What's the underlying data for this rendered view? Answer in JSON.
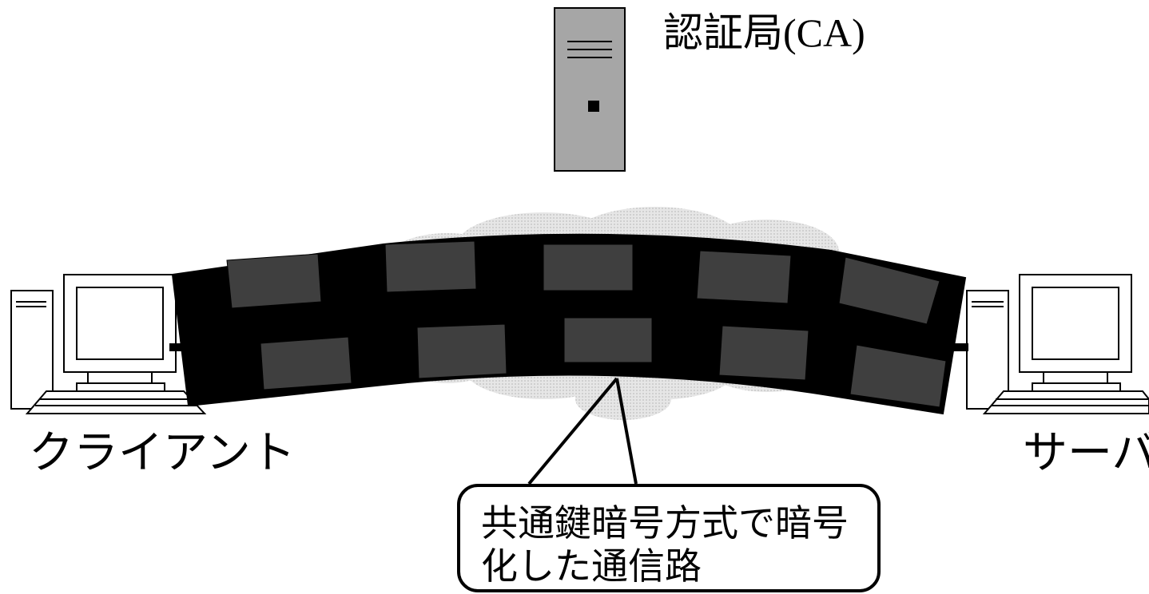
{
  "ca": {
    "label": "認証局(CA)",
    "icon": "server-tower-icon"
  },
  "client": {
    "label": "クライアント",
    "icon": "desktop-computer-icon"
  },
  "server": {
    "label": "サーバ",
    "icon": "desktop-computer-icon"
  },
  "tunnel": {
    "icon": "encrypted-tunnel-icon",
    "block_count": 10
  },
  "network": {
    "icon": "cloud-icon"
  },
  "callout": {
    "line1": "共通鍵暗号方式で暗号",
    "line2": "化した通信路"
  },
  "colors": {
    "tunnel": "#000000",
    "tunnel_block": "#3f3f3f",
    "cloud": "#dcdcdc",
    "ca_server": "#a6a6a6"
  }
}
